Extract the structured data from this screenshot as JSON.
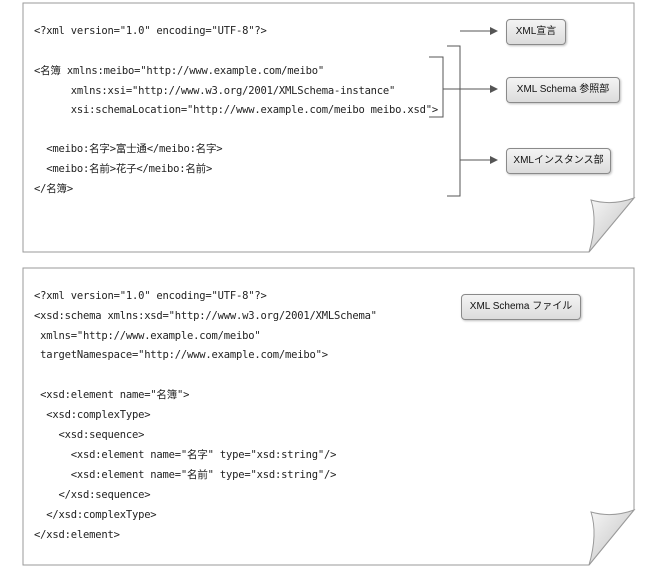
{
  "panel_xml": {
    "lines": [
      "<?xml version=\"1.0\" encoding=\"UTF-8\"?>",
      "<名簿 xmlns:meibo=\"http://www.example.com/meibo\"",
      "      xmlns:xsi=\"http://www.w3.org/2001/XMLSchema-instance\"",
      "      xsi:schemaLocation=\"http://www.example.com/meibo meibo.xsd\">",
      "  <meibo:名字>富士通</meibo:名字>",
      "  <meibo:名前>花子</meibo:名前>",
      "</名簿>"
    ],
    "labels": {
      "declaration": "XML宣言",
      "schema_ref": "XML Schema 参照部",
      "instance": "XMLインスタンス部"
    }
  },
  "panel_schema": {
    "lines": [
      "<?xml version=\"1.0\" encoding=\"UTF-8\"?>",
      "<xsd:schema xmlns:xsd=\"http://www.w3.org/2001/XMLSchema\"",
      " xmlns=\"http://www.example.com/meibo\"",
      " targetNamespace=\"http://www.example.com/meibo\">",
      " <xsd:element name=\"名簿\">",
      "  <xsd:complexType>",
      "    <xsd:sequence>",
      "      <xsd:element name=\"名字\" type=\"xsd:string\"/>",
      "      <xsd:element name=\"名前\" type=\"xsd:string\"/>",
      "    </xsd:sequence>",
      "  </xsd:complexType>",
      "</xsd:element>"
    ],
    "label": "XML Schema ファイル"
  },
  "colors": {
    "paper_border": "#9a9a9a",
    "curl_fill": "#d8d8d8",
    "arrow": "#555555"
  }
}
